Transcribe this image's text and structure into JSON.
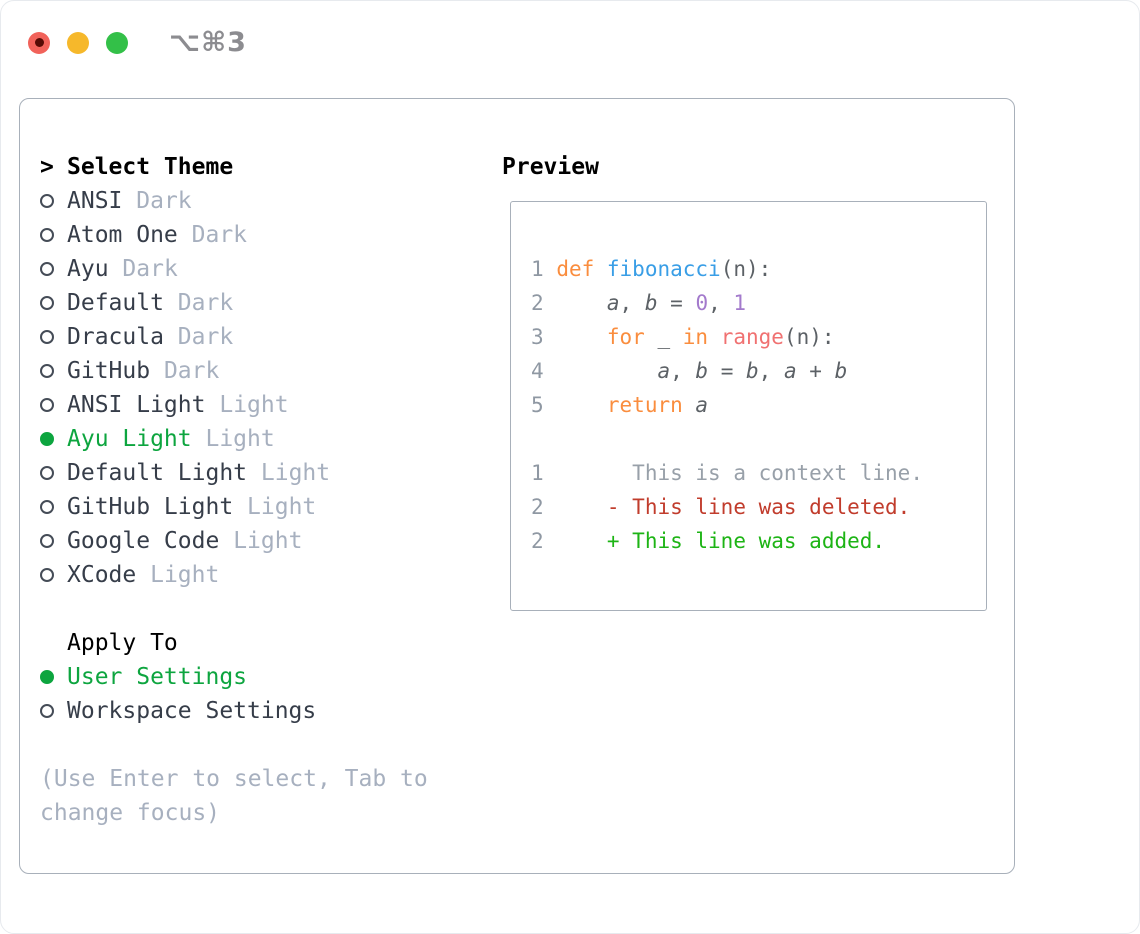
{
  "titlebar": {
    "shortcut": "⌥⌘3"
  },
  "left": {
    "prompt": ">",
    "heading": "Select Theme",
    "themes": [
      {
        "name": "ANSI",
        "tag": "Dark",
        "selected": false
      },
      {
        "name": "Atom One",
        "tag": "Dark",
        "selected": false
      },
      {
        "name": "Ayu",
        "tag": "Dark",
        "selected": false
      },
      {
        "name": "Default",
        "tag": "Dark",
        "selected": false
      },
      {
        "name": "Dracula",
        "tag": "Dark",
        "selected": false
      },
      {
        "name": "GitHub",
        "tag": "Dark",
        "selected": false
      },
      {
        "name": "ANSI Light",
        "tag": "Light",
        "selected": false
      },
      {
        "name": "Ayu Light",
        "tag": "Light",
        "selected": true
      },
      {
        "name": "Default Light",
        "tag": "Light",
        "selected": false
      },
      {
        "name": "GitHub Light",
        "tag": "Light",
        "selected": false
      },
      {
        "name": "Google Code",
        "tag": "Light",
        "selected": false
      },
      {
        "name": "XCode",
        "tag": "Light",
        "selected": false
      }
    ],
    "apply_heading": "Apply To",
    "targets": [
      {
        "name": "User Settings",
        "selected": true
      },
      {
        "name": "Workspace Settings",
        "selected": false
      }
    ],
    "hint_lines": [
      "(Use Enter to select, Tab to",
      "change focus)"
    ]
  },
  "preview": {
    "heading": "Preview",
    "lines": [
      {
        "n": "1",
        "t": [
          [
            "def ",
            "kw"
          ],
          [
            "fibonacci",
            "fn"
          ],
          [
            "(n):",
            "fg"
          ]
        ]
      },
      {
        "n": "2",
        "t": [
          [
            "    ",
            "fg"
          ],
          [
            "a",
            "var"
          ],
          [
            ", ",
            "fg"
          ],
          [
            "b",
            "var"
          ],
          [
            " = ",
            "fg"
          ],
          [
            "0",
            "num"
          ],
          [
            ", ",
            "fg"
          ],
          [
            "1",
            "num"
          ]
        ]
      },
      {
        "n": "3",
        "t": [
          [
            "    ",
            "fg"
          ],
          [
            "for",
            "kw"
          ],
          [
            " _ ",
            "fg"
          ],
          [
            "in",
            "kw"
          ],
          [
            " ",
            "fg"
          ],
          [
            "range",
            "sp"
          ],
          [
            "(n):",
            "fg"
          ]
        ]
      },
      {
        "n": "4",
        "t": [
          [
            "        ",
            "fg"
          ],
          [
            "a",
            "var"
          ],
          [
            ", ",
            "fg"
          ],
          [
            "b",
            "var"
          ],
          [
            " = ",
            "fg"
          ],
          [
            "b",
            "var"
          ],
          [
            ", ",
            "fg"
          ],
          [
            "a",
            "var"
          ],
          [
            " + ",
            "fg"
          ],
          [
            "b",
            "var"
          ]
        ]
      },
      {
        "n": "5",
        "t": [
          [
            "    ",
            "fg"
          ],
          [
            "return",
            "kw"
          ],
          [
            " ",
            "fg"
          ],
          [
            "a",
            "var"
          ]
        ]
      },
      {
        "n": "",
        "t": []
      },
      {
        "n": "1",
        "t": [
          [
            "      This is a context line.",
            "ctx"
          ]
        ]
      },
      {
        "n": "2",
        "t": [
          [
            "    - This line was deleted.",
            "del"
          ]
        ]
      },
      {
        "n": "2",
        "t": [
          [
            "    + This line was added.",
            "add"
          ]
        ]
      }
    ]
  },
  "colors": {
    "selected": "#0da53f",
    "kw": "#fa8d3e",
    "fn": "#399ee6",
    "sp": "#f07171",
    "num": "#a37acc",
    "fg": "#5c6166",
    "ln": "#8f98a3",
    "ctx": "#98a0a9",
    "del": "#c13c2c",
    "add": "#1db415",
    "light_red": "#f1625a",
    "light_red_dot": "#550a04",
    "light_yellow": "#f6b82b",
    "light_green": "#33c048",
    "shortcut_gray": "#8c8c90",
    "name_fg": "#363d49",
    "muted": "#a7b0bf",
    "border": "#a8b0ba"
  }
}
